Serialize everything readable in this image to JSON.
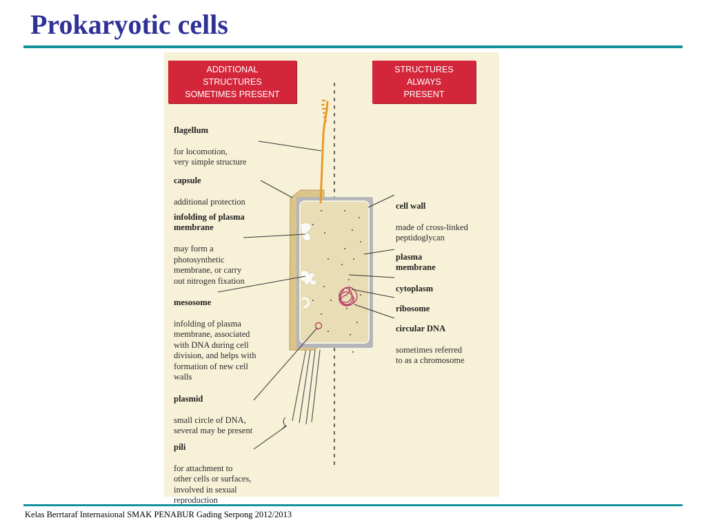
{
  "slide": {
    "title": "Prokaryotic cells",
    "footer": "Kelas Berrtaraf Internasional SMAK PENABUR Gading Serpong 2012/2013",
    "accent_color": "#14909a",
    "title_color": "#2f3195"
  },
  "figure": {
    "header_left": "ADDITIONAL\nSTRUCTURES\nSOMETIMES PRESENT",
    "header_right": "STRUCTURES\nALWAYS\nPRESENT",
    "header_color": "#d3263a",
    "left_labels": [
      {
        "term": "flagellum",
        "desc": "for locomotion,\nvery simple structure"
      },
      {
        "term": "capsule",
        "desc": "additional protection"
      },
      {
        "term": "infolding of plasma\nmembrane",
        "desc": "may form a\nphotosynthetic\nmembrane, or carry\nout nitrogen fixation"
      },
      {
        "term": "mesosome",
        "desc": "infolding of plasma\nmembrane, associated\nwith DNA during cell\ndivision, and helps with\nformation of new cell\nwalls"
      },
      {
        "term": "plasmid",
        "desc": "small circle of DNA,\nseveral may be present"
      },
      {
        "term": "pili",
        "desc": "for attachment to\nother cells or surfaces,\ninvolved in sexual\nreproduction"
      }
    ],
    "right_labels": [
      {
        "term": "cell wall",
        "desc": "made of cross-linked\npeptidoglycan"
      },
      {
        "term": "plasma\nmembrane",
        "desc": ""
      },
      {
        "term": "cytoplasm",
        "desc": ""
      },
      {
        "term": "ribosome",
        "desc": ""
      },
      {
        "term": "circular DNA",
        "desc": "sometimes referred\nto as a chromosome"
      }
    ]
  }
}
